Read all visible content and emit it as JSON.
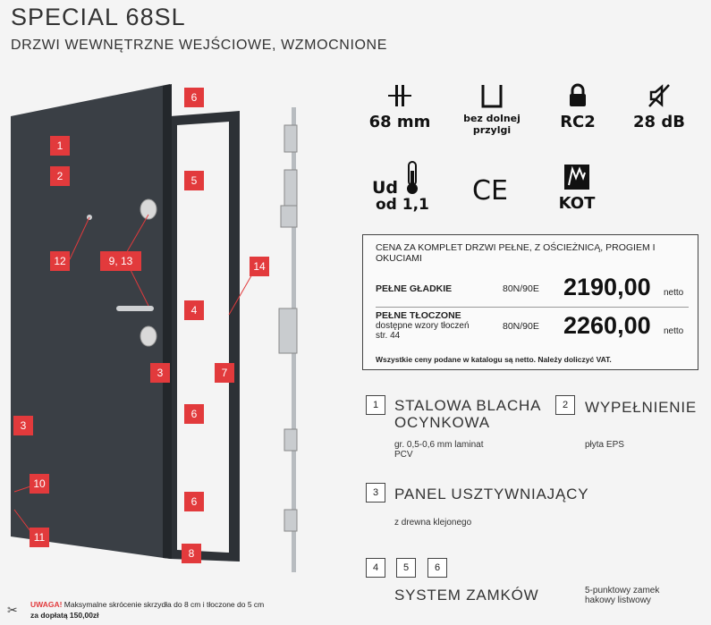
{
  "header": {
    "title": "SPECIAL 68SL",
    "subtitle": "DRZWI WEWNĘTRZNE WEJŚCIOWE, WZMOCNIONE"
  },
  "door_markers": [
    "1",
    "2",
    "3",
    "3",
    "4",
    "5",
    "6",
    "6",
    "6",
    "7",
    "8",
    "9, 13",
    "10",
    "11",
    "12",
    "14"
  ],
  "specs": {
    "thickness": "68 mm",
    "threshold": "bez dolnej przylgi",
    "resistance": "RC2",
    "acoustic": "28 dB",
    "ud_line1": "Ud",
    "ud_line2": "od 1,1",
    "ce": "CE",
    "kot": "KOT"
  },
  "price_box": {
    "heading": "CENA ZA KOMPLET DRZWI PEŁNE, Z OŚCIEŻNICĄ, PROGIEM I OKUCIAMI",
    "rows": [
      {
        "name": "PEŁNE GŁADKIE",
        "note": "",
        "code": "80N/90E",
        "price": "2190,00",
        "unit": "netto"
      },
      {
        "name": "PEŁNE TŁOCZONE",
        "note": "dostępne wzory tłoczeń str. 44",
        "code": "80N/90E",
        "price": "2260,00",
        "unit": "netto"
      }
    ],
    "footnote": "Wszystkie ceny podane w katalogu są netto. Należy doliczyć VAT."
  },
  "features": [
    {
      "num": "1",
      "title": "STALOWA BLACHA OCYNKOWA",
      "desc": "gr. 0,5-0,6 mm laminat PCV"
    },
    {
      "num": "2",
      "title": "WYPEŁNIENIE",
      "desc": "płyta EPS"
    },
    {
      "num": "3",
      "title": "PANEL USZTYWNIAJĄCY",
      "desc": "z drewna klejonego"
    },
    {
      "nums": [
        "4",
        "5",
        "6"
      ],
      "title": "SYSTEM ZAMKÓW",
      "desc": "5-punktowy zamek hakowy listwowy"
    }
  ],
  "warning": {
    "label": "UWAGA!",
    "text": "Maksymalne skrócenie skrzydła do 8 cm i tłoczone do 5 cm",
    "text2": "za dopłatą 150,00zł"
  },
  "colors": {
    "accent": "#e23a3c",
    "door": "#3a3f45"
  }
}
